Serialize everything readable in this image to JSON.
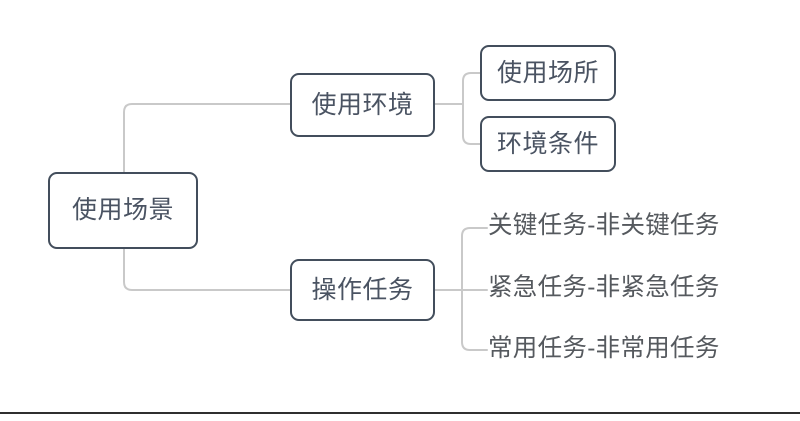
{
  "diagram": {
    "type": "mind-map",
    "title": "使用场景",
    "colors": {
      "node_border": "#434e5c",
      "node_text": "#4a5362",
      "leaf_text": "#55595e",
      "connector": "#c9c9c9",
      "background": "#ffffff",
      "footer_rule": "#2f2f2f"
    },
    "root": {
      "label": "使用场景"
    },
    "branches": [
      {
        "label": "使用环境",
        "children": [
          {
            "label": "使用场所",
            "boxed": true
          },
          {
            "label": "环境条件",
            "boxed": true
          }
        ]
      },
      {
        "label": "操作任务",
        "children": [
          {
            "label": "关键任务-非关键任务",
            "boxed": false
          },
          {
            "label": "紧急任务-非紧急任务",
            "boxed": false
          },
          {
            "label": "常用任务-非常用任务",
            "boxed": false
          }
        ]
      }
    ]
  }
}
